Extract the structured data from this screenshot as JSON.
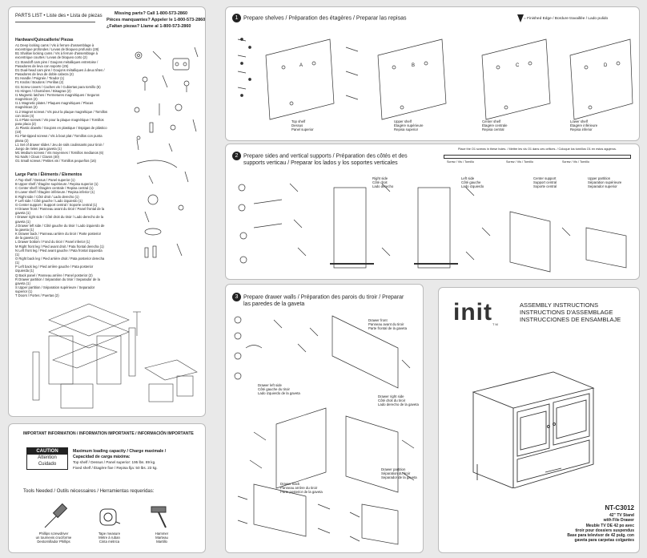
{
  "parts": {
    "header": "PARTS LIST • Liste des • Lista de piezas",
    "missing": [
      "Missing parts? Call 1-800-573-2860",
      "Pièces manquantes? Appeler le 1-800-573-2860",
      "¿Faltan piezas? Llame al 1-800-573-2860"
    ],
    "hardware_title": "Hardware/Quincaillerie/ Piezas",
    "hardware": [
      "A1  Deep locking cams / Vis à ferrure d'assemblage à",
      "      excentrique profondes / Levas de bloqueo profundo (28)",
      "B1  Shallow locking cams / Vis à ferrure d'assemblage à",
      "      excentrique courtes / Levas de bloqueo corto (2)",
      "C1  Standoff cam pins / Goujons métalliques entretoise /",
      "      Pasadores de leva con soporte (25)",
      "D1  Dual-head cam pins / Goujons métalliques à deux têtes /",
      "      Pasadores de leva de doble cabeza (2)",
      "E1  Handle / Poignée / Tirador (1)",
      "F1  Knobs / Boutons / Perillas (2)",
      "G1  Screw covers / Caches vis / Cubiertas para tornillo (6)",
      "H1  Hinges / Charnières / Bisagras (2)",
      "I1  Magnetic latches / Fermetures magnétiques / Seguros",
      "      magnéticos (2)",
      "I1.1  Magnetic plates / Plaques magnétiques / Placas",
      "      magnéticas (2)",
      "I1.2  Magnet screws / Vis pour la plaque magnétique / Tornillos",
      "      con imán (4)",
      "I1.4  Plate screws / Vis pour la plaque magnétique / Tornillos",
      "      para placa (2)",
      "J1  Plastic dowels / Goujons en plastique / Espigas de plástico",
      "      (10)",
      "K1  Flat-tipped screws / Vis à bout plat / Tornillos con punta",
      "      plana (2)",
      "L1  Set of drawer slides / Jeu de rails coulissants pour tiroir /",
      "      Juego de rieles para gaveta (1)",
      "M1  Medium screws / Vis moyennes / Tornillos medianos (6)",
      "N1  Nails / Clous / Clavos (40)",
      "O1  Small screws / Petites vis / Tornillos pequeños (16)"
    ],
    "large_title": "Large Parts / Éléments / Elementos",
    "large": [
      "A   Top shelf / Dessus / Panel superior (1)",
      "B   Upper shelf / Étagère supérieure / Repisa superior (1)",
      "C   Center shelf / Étagère centrale / Repisa central (1)",
      "D   Lower shelf / Étagère inférieure / Repisa inferior (1)",
      "E   Right side / Côté droit / Lado derecho (1)",
      "F   Left side / Côté gauche / Lado izquierdo (1)",
      "G   Center support / Support central / Soporte central (1)",
      "H   Drawer front / Panneau avant du tiroir / Panel frontal de la",
      "      gaveta (1)",
      "I    Drawer right side / Côté droit du tiroir / Lado derecho de la",
      "      gaveta (1)",
      "J    Drawer left side / Côté gauche du tiroir / Lado izquierdo de",
      "      la gaveta (1)",
      "K   Drawer back / Panneau arrière du tiroir / Parte posterior",
      "      de la gaveta (1)",
      "L   Drawer bottom / Fond du tiroir / Panel inferior (1)",
      "M   Right front leg / Pied avant droit / Pata frontal derecha (1)",
      "N   Left front leg / Pied avant gauche / Pata frontal izquierda",
      "      (1)",
      "O   Right back leg / Pied arrière droit / Pata posterior derecha",
      "      (1)",
      "P   Left back leg / Pied arrière gauche / Pata posterior",
      "      izquierda (1)",
      "Q   Back panel / Panneau arrière / Panel posterior (2)",
      "R   Drawer partition / Séparation du tiroir / Separador de la",
      "      gaveta (1)",
      "S   Upper partition / Séparation supérieure / Separador",
      "      superior (1)",
      "T   Doors / Portes / Puertas (2)"
    ]
  },
  "important": {
    "title": "IMPORTANT INFORMATION / INFORMATION IMPORTANTE / INFORMACIÓN IMPORTANTE",
    "caution": [
      "CAUTION",
      "Attention",
      "Cuidado"
    ],
    "capacity": [
      "Maximum loading capacity / Charge maximale /",
      "Capacidad de carga máxima:"
    ],
    "top": "Top shelf / Dessus / Panel superior: 195 lbs. 89 kg.",
    "fixed": "Fixed shelf / Étagère fixe / Repisa fija: 50 lbs. 23 kg.",
    "tools_title": "Tools Needed / Outils nécessaires / Herramientas requeridas:",
    "tools": [
      {
        "name": [
          "Phillips screwdriver",
          "un tournevis cruciforme",
          "Destornillador Phillips"
        ]
      },
      {
        "name": [
          "Tape measure",
          "Mètre à ruban",
          "Cinta métrica"
        ]
      },
      {
        "name": [
          "Hammer",
          "Marteau",
          "Martillo"
        ]
      }
    ]
  },
  "step1": {
    "num": "1",
    "title": "Prepare shelves / Préparation des étagères / Preparar las repisas",
    "finished": "= Finished Edge / Bordure travaillée / Lado pulido",
    "labels": [
      [
        "Top shelf",
        "Dessus",
        "Panel superior"
      ],
      [
        "Upper shelf",
        "Étagère supérieure",
        "Repisa superior"
      ],
      [
        "Center shelf",
        "Étagère centrale",
        "Repisa central"
      ],
      [
        "Lower shelf",
        "Étagère inférieure",
        "Repisa inferior"
      ]
    ],
    "letters": [
      "A",
      "B",
      "C",
      "D"
    ]
  },
  "step2": {
    "num": "2",
    "title": [
      "Prepare sides and vertical supports / Préparation des côtés et des",
      "supports verticau / Preparar los lados y los soportes verticales"
    ],
    "note": "Place the O1 screws in these holes. / Mettre les vis O1 dans ces orifices. / Coloque los tornillos O1 en estos agujeros.",
    "screw": "Screw / Vis / Tornillo",
    "labels": [
      [
        "Right side",
        "Côté droit",
        "Lado derecho"
      ],
      [
        "Left side",
        "Côté gauche",
        "Lado izquierdo"
      ],
      [
        "Center support",
        "Support central",
        "Soporte central"
      ],
      [
        "Upper partition",
        "Séparation supérieure",
        "Separador superior"
      ]
    ]
  },
  "step3": {
    "num": "3",
    "title": [
      "Prepare drawer walls / Préparation des parois du tiroir / Preparar",
      "las paredes de la gaveta"
    ],
    "labels": [
      [
        "Drawer front",
        "Panneau avant du tiroir",
        "Parte frontal de la gaveta"
      ],
      [
        "Drawer left side",
        "Côté gauche du tiroir",
        "Lado izquierdo de la gaveta"
      ],
      [
        "Drawer right side",
        "Côté droit du tiroir",
        "Lado derecho de la gaveta"
      ],
      [
        "Drawer back",
        "Panneau arrière du tiroir",
        "Parte posterior de la gaveta"
      ],
      [
        "Drawer partition",
        "Séparation du tiroir",
        "Separador de la gaveta"
      ]
    ]
  },
  "cover": {
    "logo": "init",
    "tm": "TM",
    "titles": [
      "ASSEMBLY INSTRUCTIONS",
      "INSTRUCTIONS D'ASSEMBLAGE",
      "INSTRUCCIONES DE ENSAMBLAJE"
    ],
    "model": "NT-C3012",
    "desc": [
      "42\" TV Stand",
      "with File Drawer",
      "Meuble TV DE 42 po avec",
      "tiroir pour dossiers suspendus",
      "Base para televisor de 42 pulg. con",
      "gaveta para carpetas colgantes"
    ]
  }
}
